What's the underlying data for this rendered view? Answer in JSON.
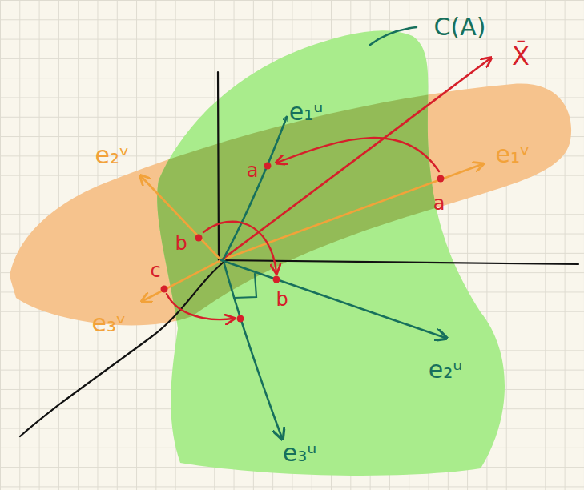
{
  "diagram": {
    "labels": [
      "C(A)",
      "X̄",
      "e₁ᵘ",
      "a",
      "e₂ᵛ",
      "a",
      "e₁ᵛ",
      "b",
      "b",
      "c",
      "e₃ᵛ",
      "e₂ᵘ",
      "e₃ᵘ"
    ]
  }
}
